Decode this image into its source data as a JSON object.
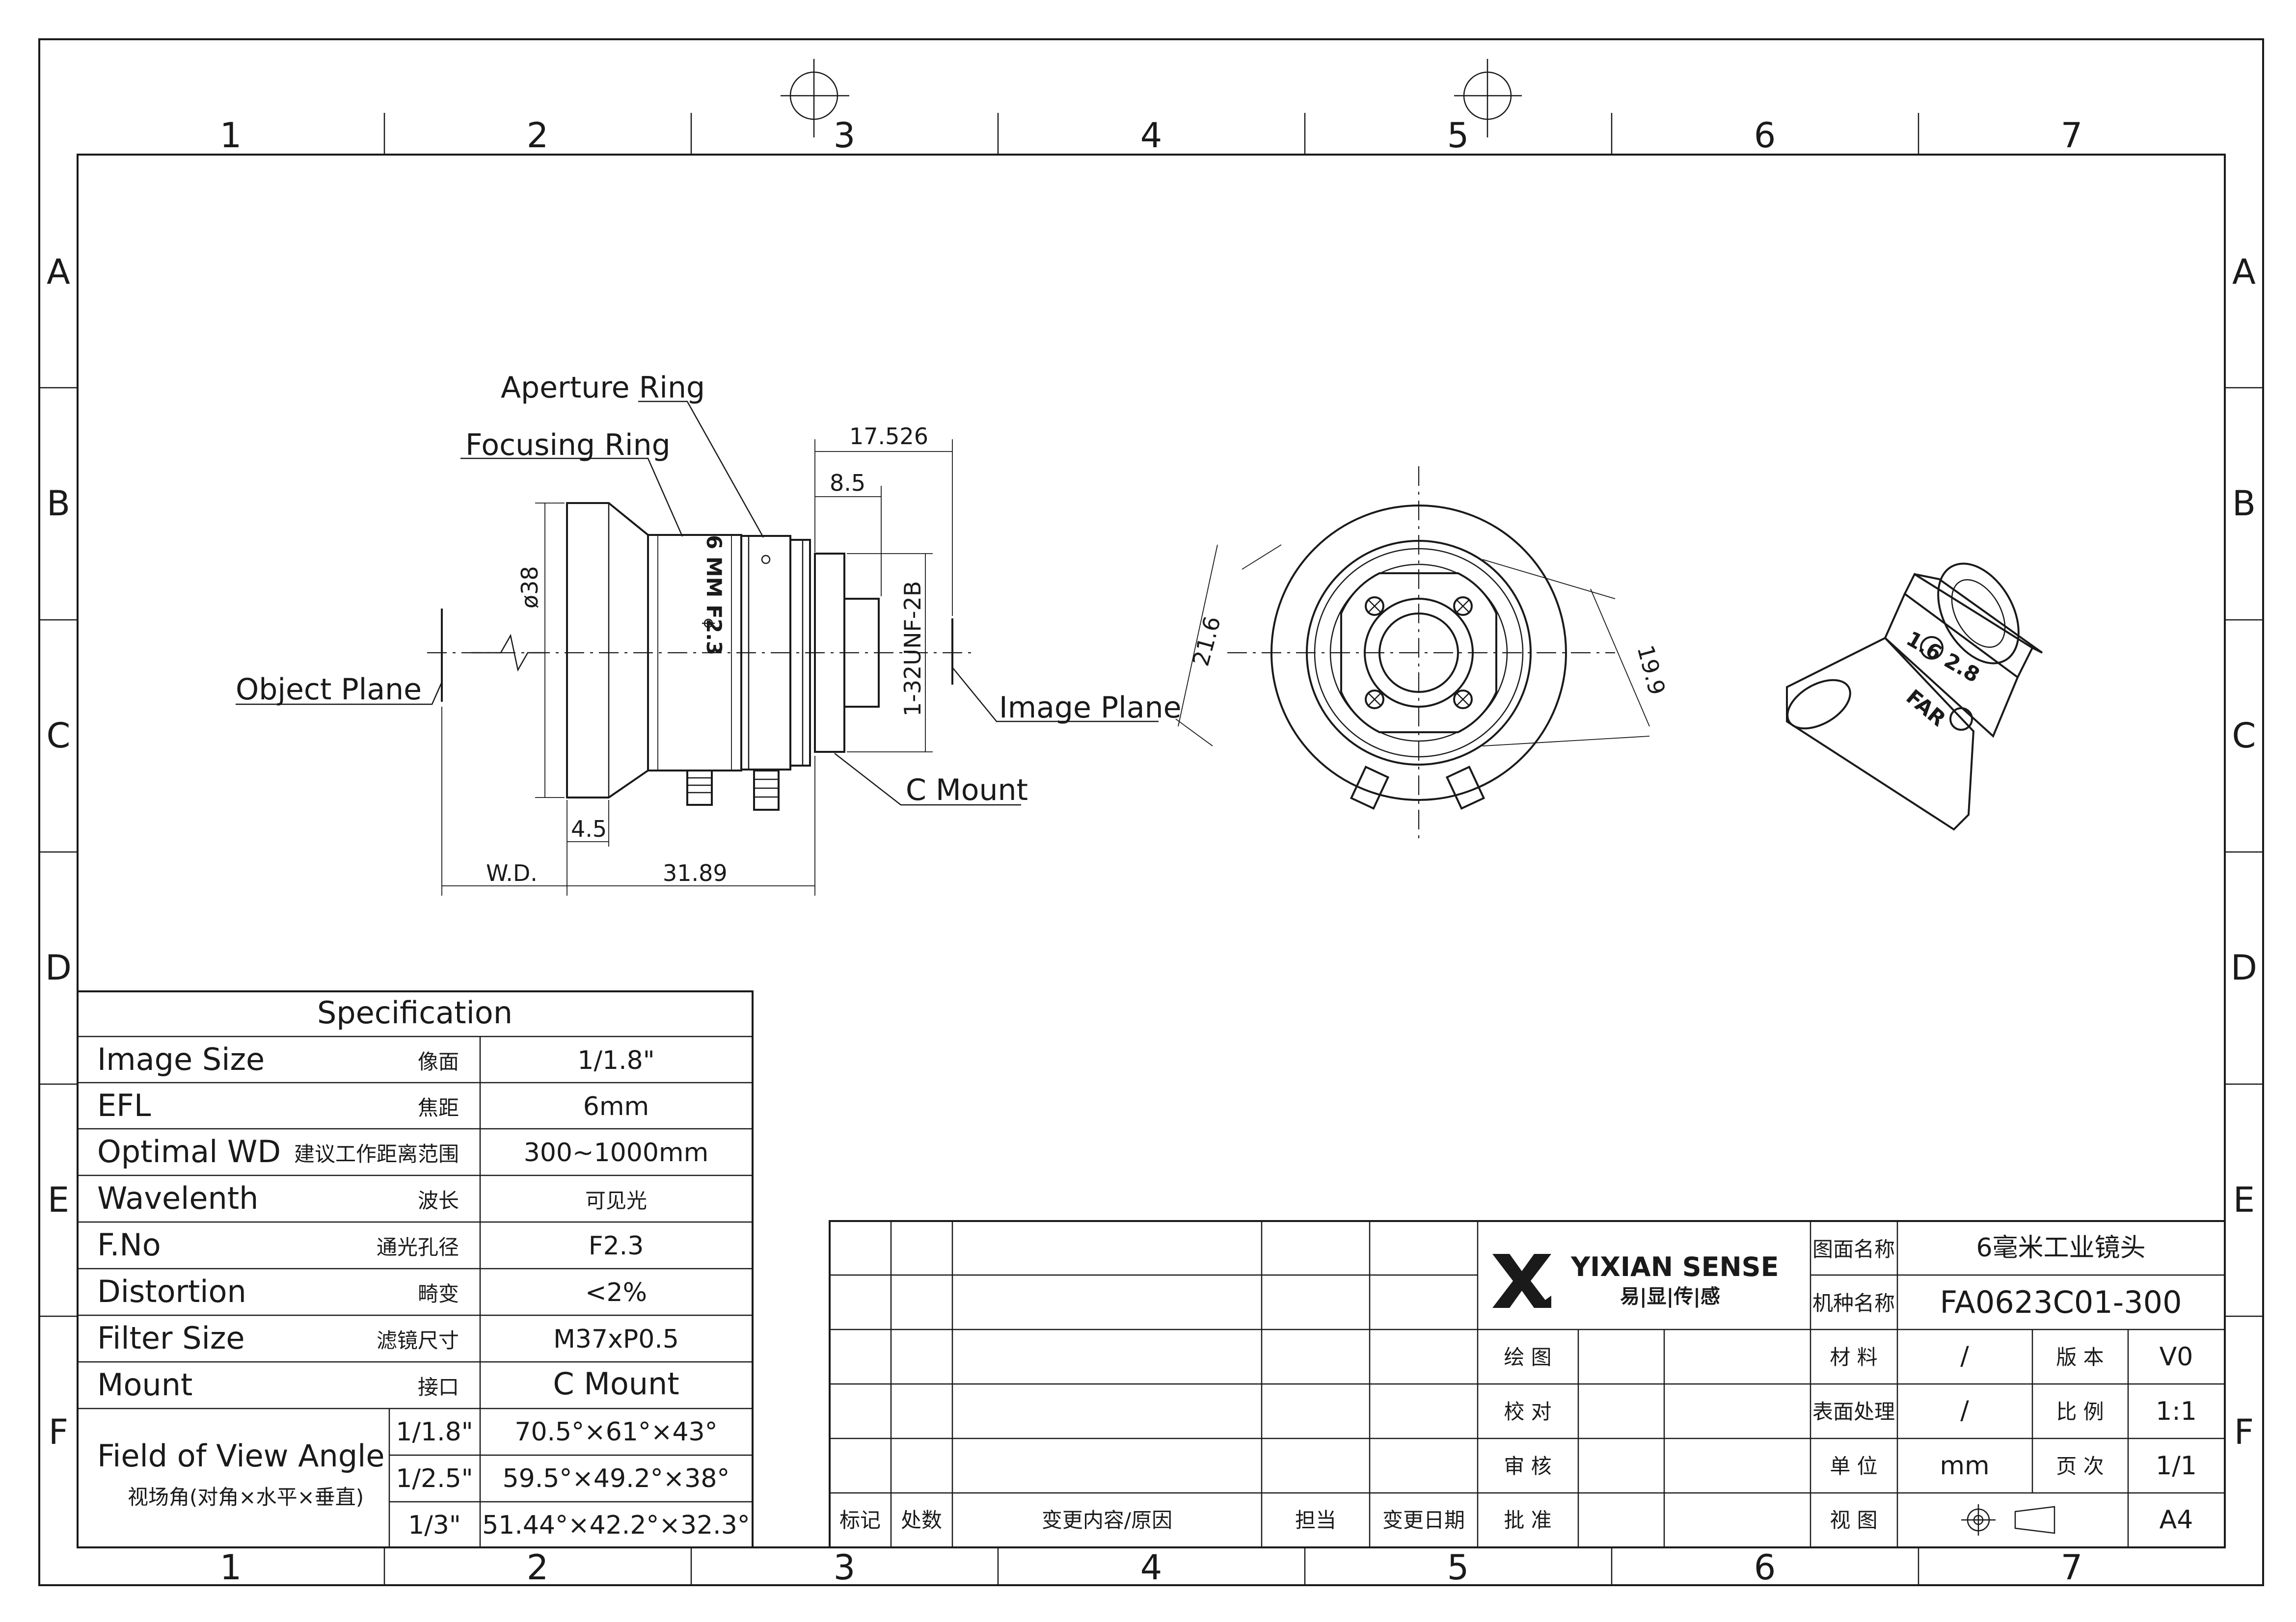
{
  "frame": {
    "column_labels": [
      "1",
      "2",
      "3",
      "4",
      "5",
      "6",
      "7"
    ],
    "row_labels": [
      "A",
      "B",
      "C",
      "D",
      "E",
      "F"
    ]
  },
  "side_view": {
    "aperture_ring": "Aperture Ring",
    "focusing_ring": "Focusing Ring",
    "object_plane": "Object Plane",
    "image_plane": "Image Plane",
    "c_mount": "C Mount",
    "thread": "1-32UNF-2B",
    "diameter": "ø38",
    "dim_17526": "17.526",
    "dim_85": "8.5",
    "dim_45": "4.5",
    "dim_wd": "W.D.",
    "dim_3189": "31.89",
    "barrel_text": "6 MM F2.3"
  },
  "front_view": {
    "dim_216": "21.6",
    "dim_199": "19.9"
  },
  "iso_view": {
    "ring_text_a": "1.6 2.8",
    "ring_text_b": "FAR"
  },
  "specification": {
    "title": "Specification",
    "rows": [
      {
        "en": "Image Size",
        "cn": "像面",
        "val": "1/1.8\""
      },
      {
        "en": "EFL",
        "cn": "焦距",
        "val": "6mm"
      },
      {
        "en": "Optimal WD",
        "cn": "建议工作距离范围",
        "val": "300~1000mm"
      },
      {
        "en": "Wavelenth",
        "cn": "波长",
        "val": "可见光"
      },
      {
        "en": "F.No",
        "cn": "通光孔径",
        "val": "F2.3"
      },
      {
        "en": "Distortion",
        "cn": "畸变",
        "val": "<2%"
      },
      {
        "en": "Filter Size",
        "cn": "滤镜尺寸",
        "val": "M37xP0.5"
      },
      {
        "en": "Mount",
        "cn": "接口",
        "val": "C Mount"
      }
    ],
    "fov": {
      "en": "Field of View Angle",
      "cn": "视场角(对角×水平×垂直)",
      "rows": [
        {
          "fmt": "1/1.8\"",
          "val": "70.5°×61°×43°"
        },
        {
          "fmt": "1/2.5\"",
          "val": "59.5°×49.2°×38°"
        },
        {
          "fmt": "1/3\"",
          "val": "51.44°×42.2°×32.3°"
        }
      ]
    }
  },
  "title_block": {
    "brand_en": "YIXIAN SENSE",
    "brand_cn": "易|显|传|感",
    "rev_headers": [
      "标记",
      "处数",
      "变更内容/原因",
      "担当",
      "变更日期"
    ],
    "roles": [
      "绘 图",
      "校 对",
      "审 核",
      "批 准"
    ],
    "drawing_name_label": "图面名称",
    "drawing_name": "6毫米工业镜头",
    "model_label": "机种名称",
    "model": "FA0623C01-300",
    "material_label": "材 料",
    "material": "/",
    "version_label": "版 本",
    "version": "V0",
    "surface_label": "表面处理",
    "surface": "/",
    "scale_label": "比 例",
    "scale": "1:1",
    "unit_label": "单 位",
    "unit": "mm",
    "page_label": "页 次",
    "page": "1/1",
    "view_label": "视 图",
    "paper": "A4"
  }
}
